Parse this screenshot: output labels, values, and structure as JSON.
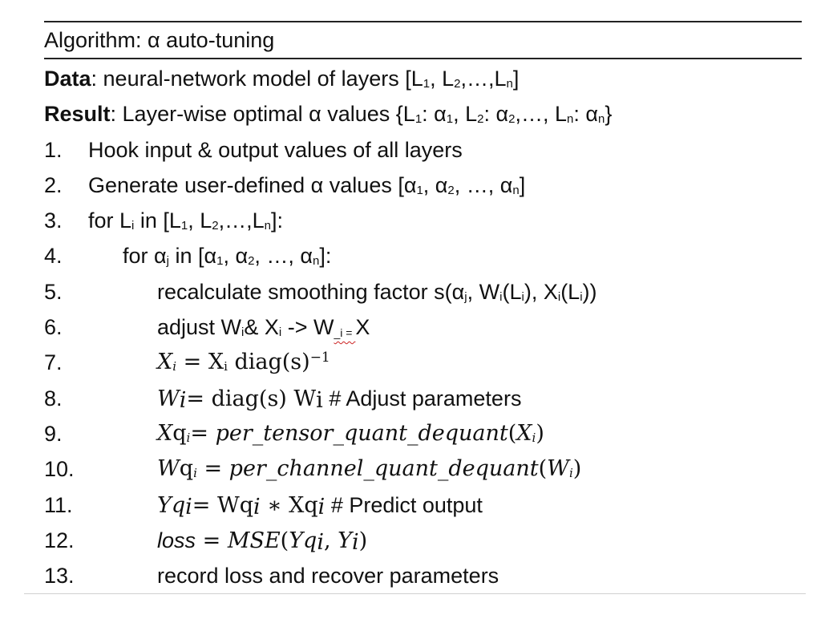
{
  "title": "Algorithm: α auto-tuning",
  "data": {
    "label": "Data",
    "text": ": neural-network model of layers [L",
    "s1": "1",
    "t1": ", L",
    "s2": "2",
    "t2": ",…,L",
    "s3": "n",
    "t3": "]"
  },
  "result": {
    "label": "Result",
    "text": ": Layer-wise optimal α values {L",
    "s1": "1",
    "t1": ": α",
    "s2": "1",
    "t2": ", L",
    "s3": "2",
    "t3": ": α",
    "s4": "2",
    "t4": ",…, L",
    "s5": "n",
    "t5": ": α",
    "s6": "n",
    "t6": "}"
  },
  "steps": [
    {
      "n": "1.",
      "text": "Hook input & output values of all layers"
    },
    {
      "n": "2.",
      "a": "Generate user-defined α values [α",
      "s1": "1",
      "b": ", α",
      "s2": "2",
      "c": ", …, α",
      "s3": "n",
      "d": "]"
    },
    {
      "n": "3.",
      "a": "for L",
      "s1": "i",
      "b": " in [L",
      "s2": "1",
      "c": ", L",
      "s3": "2",
      "d": ",…,L",
      "s4": "n",
      "e": "]:"
    },
    {
      "n": "4.",
      "a": "for α",
      "s1": "j",
      "b": " in [α",
      "s2": "1",
      "c": ", α",
      "s3": "2",
      "d": ", …, α",
      "s4": "n",
      "e": "]:"
    },
    {
      "n": "5.",
      "a": "recalculate smoothing factor s(α",
      "s1": "j",
      "b": ", W",
      "s2": "i",
      "c": "(L",
      "s3": "i",
      "d": "), X",
      "s4": "i",
      "e": "(L",
      "s5": "i",
      "f": "))"
    },
    {
      "n": "6.",
      "a": "adjust W",
      "s1": "i",
      "b": "& X",
      "s2": "i",
      "c": " -> W",
      "s3": "_i = ",
      "d": "X"
    },
    {
      "n": "7.",
      "a": "X",
      "s1": "i",
      "b": " =  X",
      "s2": "i",
      "c": " diag(s)",
      "sup": "−1"
    },
    {
      "n": "8.",
      "a": "W",
      "s1": "i",
      "b": "=  diag(s) W",
      "s2": "i",
      "c": "   # Adjust parameters"
    },
    {
      "n": "9.",
      "a": "Xq",
      "s1": "i",
      "b": "= ",
      "c": "per_tensor_quant_dequant",
      "d": "(",
      "e": "X",
      "s2": "i",
      "f": ")"
    },
    {
      "n": "10.",
      "a": "Wq",
      "s1": "i",
      "b": " = ",
      "c": "per_channel_quant_dequant",
      "d": "(",
      "e": "W",
      "s2": "i",
      "f": ")"
    },
    {
      "n": "11.",
      "a": "Yq",
      "s1": "i",
      "b": "=  Wq",
      "s2": "i",
      "c": "  ∗  Xq",
      "s3": "i",
      "d": "  # Predict output"
    },
    {
      "n": "12.",
      "a": "loss",
      "b": " = ",
      "c": "MSE",
      "d": "(",
      "e": "Yq",
      "s1": "i",
      "f": ", ",
      "g": "Y",
      "s2": "i",
      "h": ")"
    },
    {
      "n": "13.",
      "text": "record loss and recover parameters"
    }
  ]
}
